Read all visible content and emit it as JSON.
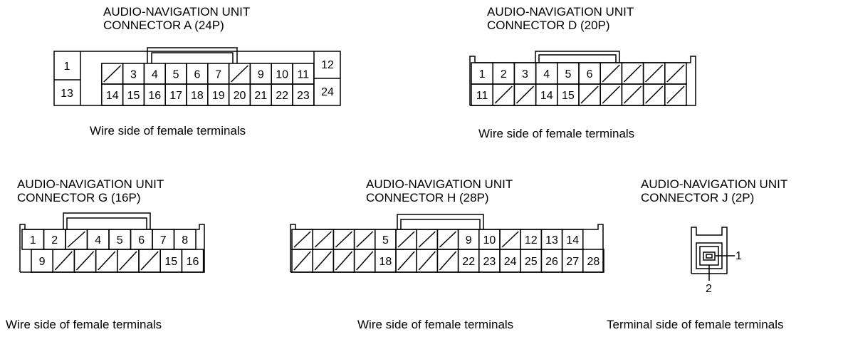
{
  "connectors": [
    {
      "id": "A",
      "title_line1": "AUDIO-NAVIGATION UNIT",
      "title_line2": "CONNECTOR A (24P)",
      "caption": "Wire side of female terminals",
      "top_row": [
        "",
        "/",
        "3",
        "4",
        "5",
        "6",
        "7",
        "/",
        "9",
        "10",
        "11",
        ""
      ],
      "bottom_row": [
        "",
        "14",
        "15",
        "16",
        "17",
        "18",
        "19",
        "20",
        "21",
        "22",
        "23"
      ],
      "side_left": [
        "1",
        "13"
      ],
      "side_right": [
        "12",
        "24"
      ]
    },
    {
      "id": "D",
      "title_line1": "AUDIO-NAVIGATION UNIT",
      "title_line2": "CONNECTOR D (20P)",
      "caption": "Wire side of female terminals",
      "top_row": [
        "1",
        "2",
        "3",
        "4",
        "5",
        "6",
        "/",
        "/",
        "/",
        "/"
      ],
      "bottom_row": [
        "11",
        "/",
        "/",
        "14",
        "15",
        "/",
        "/",
        "/",
        "/",
        "/"
      ]
    },
    {
      "id": "G",
      "title_line1": "AUDIO-NAVIGATION UNIT",
      "title_line2": "CONNECTOR G (16P)",
      "caption": "Wire side of female terminals",
      "top_row": [
        "1",
        "2",
        "/",
        "4",
        "5",
        "6",
        "7",
        "8"
      ],
      "bottom_row": [
        "9",
        "/",
        "/",
        "/",
        "/",
        "/",
        "15",
        "16"
      ]
    },
    {
      "id": "H",
      "title_line1": "AUDIO-NAVIGATION UNIT",
      "title_line2": "CONNECTOR H (28P)",
      "caption": "Wire side of female terminals",
      "top_row": [
        "/",
        "/",
        "/",
        "/",
        "5",
        "/",
        "/",
        "/",
        "9",
        "10",
        "/",
        "12",
        "13",
        "14"
      ],
      "bottom_row": [
        "/",
        "/",
        "/",
        "/",
        "18",
        "/",
        "/",
        "/",
        "22",
        "23",
        "24",
        "25",
        "26",
        "27",
        "28"
      ]
    },
    {
      "id": "J",
      "title_line1": "AUDIO-NAVIGATION UNIT",
      "title_line2": "CONNECTOR J (2P)",
      "caption": "Terminal side of female terminals",
      "pin_labels": [
        "1",
        "2"
      ]
    }
  ]
}
